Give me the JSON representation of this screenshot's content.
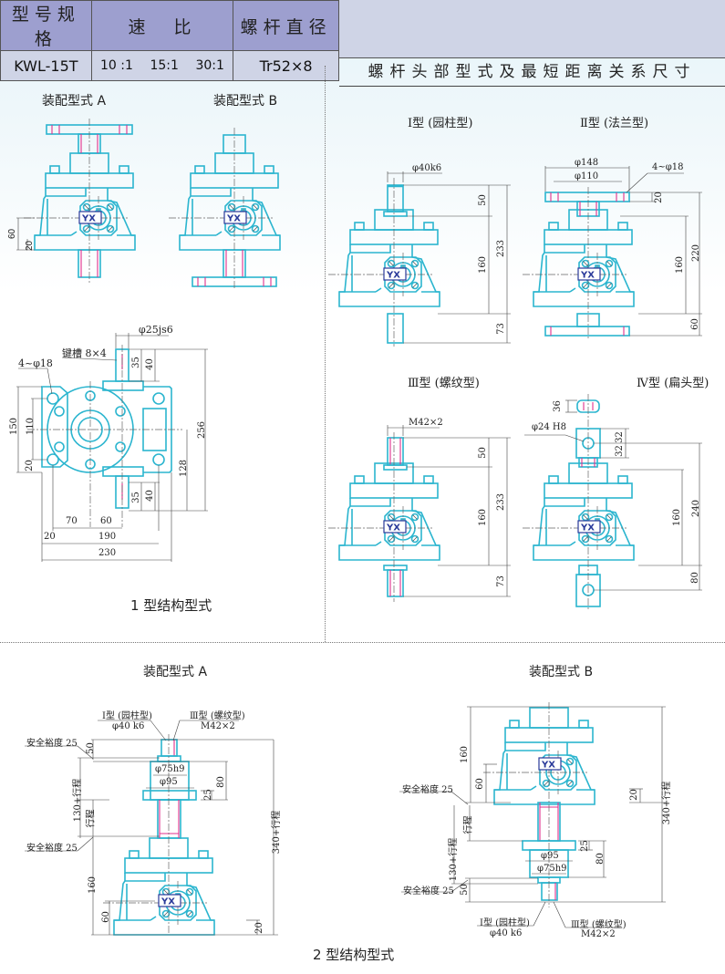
{
  "spec_table": {
    "headers": [
      "型号规格",
      "速　比",
      "螺杆直径"
    ],
    "model": "KWL-15T",
    "ratios": [
      "10 :1",
      "15:1",
      "30:1"
    ],
    "screw_diameter": "Tr52×8"
  },
  "head_section": {
    "title": "螺杆头部型式及最短距离关系尺寸",
    "types": [
      {
        "label": "Ⅰ型 (园柱型)",
        "dims": [
          "φ40k6",
          "50",
          "233",
          "160",
          "73"
        ]
      },
      {
        "label": "Ⅱ型 (法兰型)",
        "dims": [
          "φ148",
          "φ110",
          "4~φ18",
          "20",
          "220",
          "160",
          "60"
        ]
      },
      {
        "label": "Ⅲ型 (螺纹型)",
        "dims": [
          "M42×2",
          "50",
          "233",
          "160",
          "73"
        ]
      },
      {
        "label": "Ⅳ型 (扁头型)",
        "dims": [
          "36",
          "φ24 H8",
          "32",
          "32",
          "240",
          "160",
          "80"
        ]
      }
    ]
  },
  "type1": {
    "assembly_a": "装配型式 A",
    "assembly_b": "装配型式 B",
    "side_dims": [
      "60",
      "20"
    ],
    "plan_dims": {
      "shaft": "φ25js6",
      "keyway": "键槽 8×4",
      "holes": "4~φ18",
      "d150": "150",
      "d110": "110",
      "d20": "20",
      "d35a": "35",
      "d40a": "40",
      "d256": "256",
      "d128": "128",
      "d35b": "35",
      "d40b": "40",
      "d70": "70",
      "d60": "60",
      "d20b": "20",
      "d190": "190",
      "d230": "230"
    },
    "caption": "1 型结构型式"
  },
  "type2": {
    "assembly_a": {
      "title": "装配型式 A",
      "type1_label": "Ⅰ型 (园柱型)",
      "type1_dim": "φ40 k6",
      "type3_label": "Ⅲ型 (螺纹型)",
      "type3_dim": "M42×2",
      "safety_top": "安全裕度 25",
      "safety_bottom": "安全裕度 25",
      "dims": {
        "d50": "50",
        "d75": "φ75h9",
        "d95": "φ95",
        "d80": "80",
        "d25": "25",
        "d130": "130+行程",
        "stroke": "行程",
        "d340": "340+行程",
        "d160": "160",
        "d60": "60",
        "d20": "20"
      }
    },
    "assembly_b": {
      "title": "装配型式 B",
      "type1_label": "Ⅰ型 (园柱型)",
      "type1_dim": "φ40 k6",
      "type3_label": "Ⅲ型 (螺纹型)",
      "type3_dim": "M42×2",
      "safety_top": "安全裕度 25",
      "safety_bottom": "安全裕度 25",
      "dims": {
        "d160": "160",
        "d60": "60",
        "d20": "20",
        "d340": "340+行程",
        "stroke": "行程",
        "d130": "130+行程",
        "d25": "25",
        "d95": "φ95",
        "d75": "φ75h9",
        "d80": "80",
        "d50": "50"
      }
    },
    "caption": "2 型结构型式"
  },
  "badge": "YX",
  "colors": {
    "body": "#2bb5cf",
    "screw": "#e0308c",
    "header": "#9d9fcf",
    "band": "#cfd4e6",
    "badge": "#2a3a9a"
  }
}
